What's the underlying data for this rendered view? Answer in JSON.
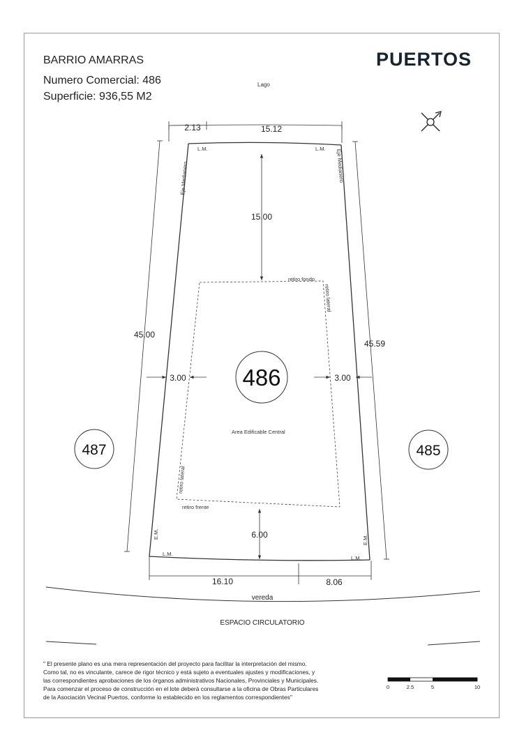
{
  "header": {
    "barrio": "BARRIO AMARRAS",
    "numero_comercial": "Numero Comercial: 486",
    "superficie": "Superficie: 936,55 M2"
  },
  "logo": {
    "text": "PUERTOS",
    "color": "#17242f"
  },
  "compass": {
    "icon": "north-arrow-icon"
  },
  "plan": {
    "lago": "Lago",
    "lot_number": "486",
    "neighbor_left": "487",
    "neighbor_right": "485",
    "area_label": "Area Edificable Central",
    "dims": {
      "top_left": "2.13",
      "top_right": "15.12",
      "depth_rear": "15.00",
      "left_side": "45.00",
      "right_side": "45.59",
      "lateral_left": "3.00",
      "lateral_right": "3.00",
      "front_setback": "6.00",
      "bottom_left": "16.10",
      "bottom_right": "8.06"
    },
    "labels": {
      "lm_top_left": "L.M.",
      "lm_top_right": "L.M.",
      "lm_bottom_left": "L.M.",
      "lm_bottom_right": "L.M.",
      "em_left": "E.M.",
      "em_right": "E.M.",
      "eje_left": "Eje Medianero",
      "eje_right": "Eje Medianero",
      "retiro_fondo": "retiro fondo",
      "retiro_lateral_right": "retiro lateral",
      "retiro_lateral_left": "retiro lateral",
      "retiro_frente": "retiro frente"
    },
    "vereda": "vereda",
    "espacio": "ESPACIO CIRCULATORIO"
  },
  "scale": {
    "ticks": [
      "0",
      "2.5",
      "5",
      "10"
    ]
  },
  "disclaimer": [
    "\" El presente plano es una mera representación del proyecto para facilitar la interpretación del mismo.",
    "Como tal, no es vinculante, carece de rigor técnico y está sujeto a eventuales ajustes y modificaciones, y",
    "las correspondientes aprobaciones de los órganos administrativos Nacionales, Provinciales y Municipales.",
    "Para comenzar el proceso de construcción en el lote deberá consultarse a la oficina de Obras Particulares",
    "de la Asociación Vecinal Puertos, conforme lo establecido en los reglamentos correspondientes\""
  ]
}
